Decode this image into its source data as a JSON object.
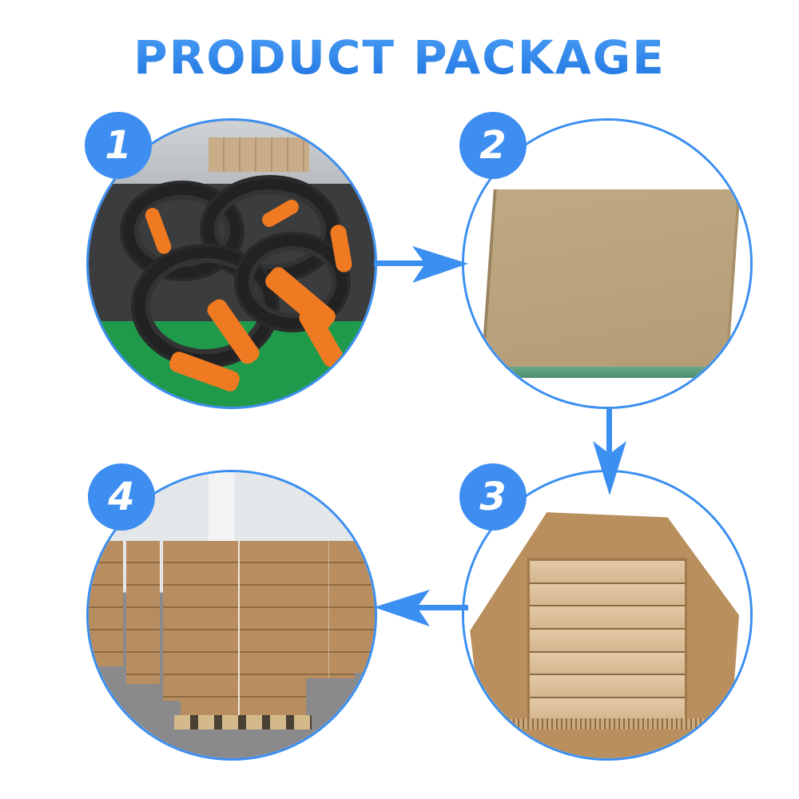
{
  "page": {
    "title": "PRODUCT PACKAGE",
    "accent_color": "#3d8ef0",
    "title_color": "#2f86ee"
  },
  "steps": [
    {
      "number": "1",
      "scene": "Bulk EV charging cables with orange connectors coiled on a factory floor"
    },
    {
      "number": "2",
      "scene": "Single closed kraft cardboard box"
    },
    {
      "number": "3",
      "scene": "Open master carton filled with stacked individual product boxes"
    },
    {
      "number": "4",
      "scene": "Palletized, strapped cartons stacked in a warehouse"
    }
  ],
  "flow": [
    {
      "from": "1",
      "to": "2",
      "direction": "right"
    },
    {
      "from": "2",
      "to": "3",
      "direction": "down"
    },
    {
      "from": "3",
      "to": "4",
      "direction": "left"
    }
  ]
}
